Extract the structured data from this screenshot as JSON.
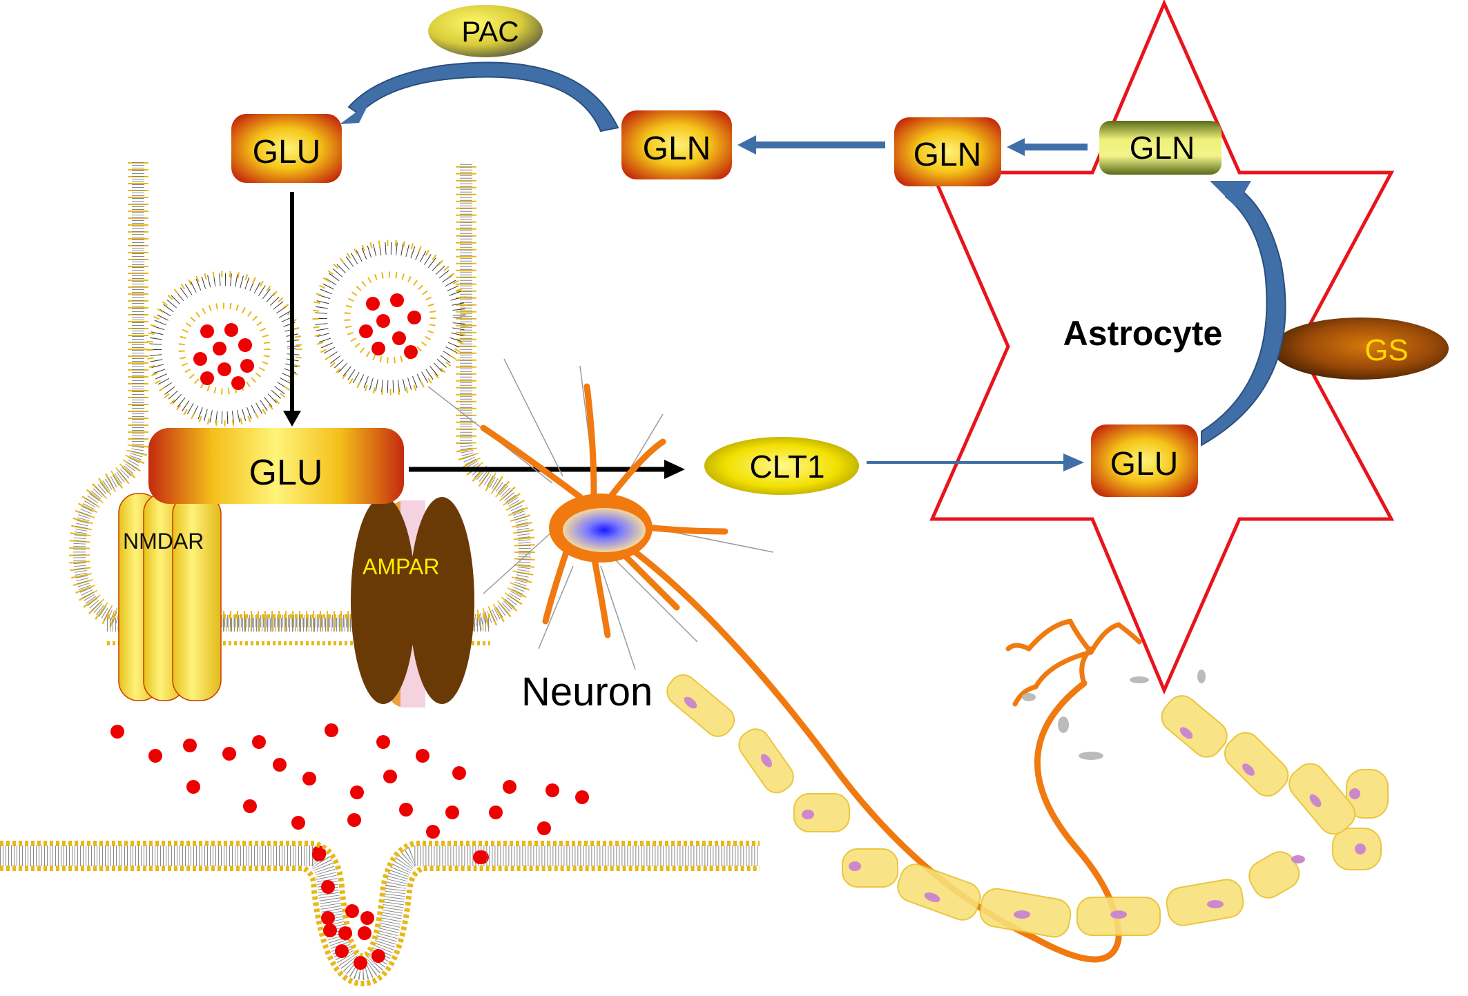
{
  "labels": {
    "pac": "PAC",
    "glu_top": "GLU",
    "gln_mid": "GLN",
    "gln_right": "GLN",
    "gln_astro": "GLN",
    "astrocyte": "Astrocyte",
    "gs": "GS",
    "glu_cleft": "GLU",
    "nmdar": "NMDAR",
    "ampar": "AMPAR",
    "clt1": "CLT1",
    "glu_astro": "GLU",
    "neuron": "Neuron"
  },
  "colors": {
    "star": "#e8141c",
    "flow_arrow": "#3f6fa6",
    "black_arrow": "#000000",
    "neuron": "#f07a10",
    "glutamate_dot": "#ee0000",
    "membrane_head": "#e8b81a",
    "myelin": "#f8e07a",
    "nucleus": "#cc88cc"
  }
}
